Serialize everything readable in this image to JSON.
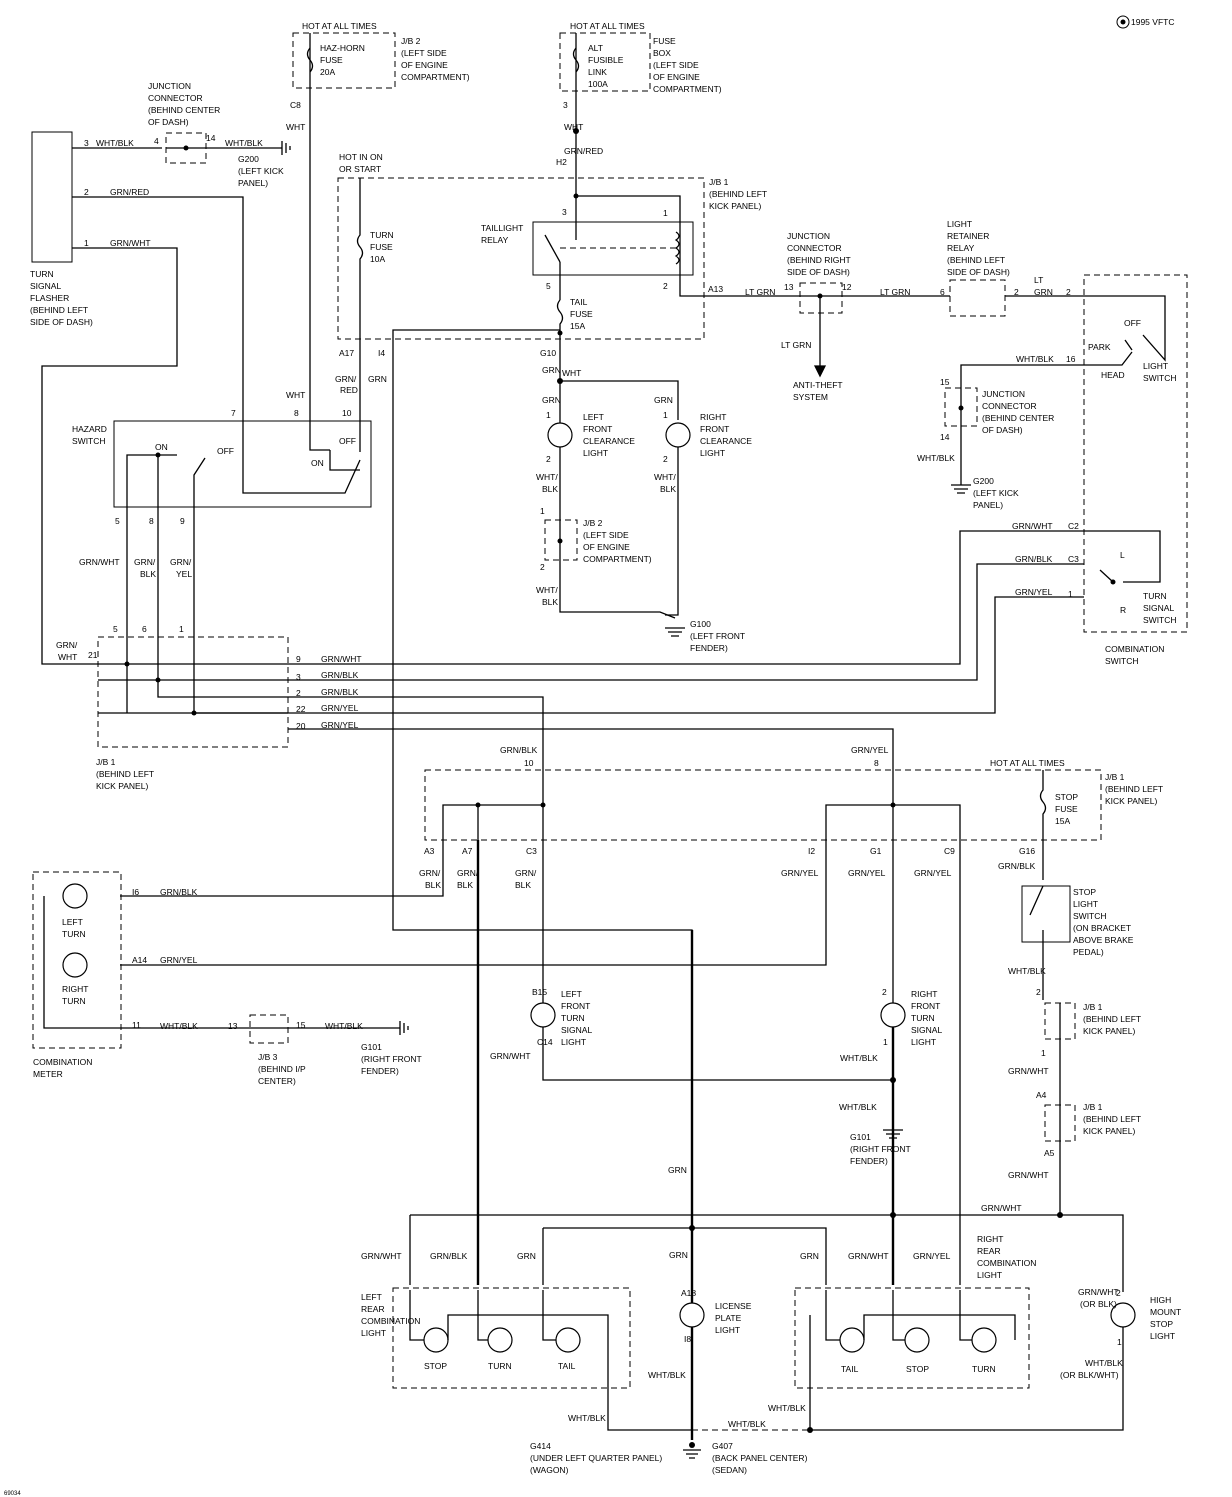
{
  "diagram_id": "1995 VFTC",
  "figure_number": "69034",
  "labels": [
    {
      "id": "hot-jb2",
      "lines": [
        "HOT AT ALL TIMES"
      ]
    },
    {
      "id": "jb2-top",
      "lines": [
        "J/B 2",
        "(LEFT SIDE",
        "OF ENGINE",
        "COMPARTMENT)"
      ]
    },
    {
      "id": "haz-horn-fuse",
      "lines": [
        "HAZ-HORN",
        "FUSE",
        "20A"
      ]
    },
    {
      "id": "hot-fusebox",
      "lines": [
        "HOT AT ALL TIMES"
      ]
    },
    {
      "id": "alt-link",
      "lines": [
        "ALT",
        "FUSIBLE",
        "LINK",
        "100A"
      ]
    },
    {
      "id": "fuse-box",
      "lines": [
        "FUSE",
        "BOX",
        "(LEFT SIDE",
        "OF ENGINE",
        "COMPARTMENT)"
      ]
    },
    {
      "id": "jc-top",
      "lines": [
        "JUNCTION",
        "CONNECTOR",
        "(BEHIND CENTER",
        "OF DASH)"
      ]
    },
    {
      "id": "g200-left",
      "lines": [
        "G200",
        "(LEFT KICK",
        "PANEL)"
      ]
    },
    {
      "id": "flasher",
      "lines": [
        "TURN",
        "SIGNAL",
        "FLASHER",
        "(BEHIND LEFT",
        "SIDE OF DASH)"
      ]
    },
    {
      "id": "hot-on-start",
      "lines": [
        "HOT IN ON",
        "OR START"
      ]
    },
    {
      "id": "turn-fuse",
      "lines": [
        "TURN",
        "FUSE",
        "10A"
      ]
    },
    {
      "id": "jb1-top",
      "lines": [
        "J/B 1",
        "(BEHIND LEFT",
        "KICK PANEL)"
      ]
    },
    {
      "id": "taillight-relay",
      "lines": [
        "TAILLIGHT",
        "RELAY"
      ]
    },
    {
      "id": "tail-fuse",
      "lines": [
        "TAIL",
        "FUSE",
        "15A"
      ]
    },
    {
      "id": "jc-right",
      "lines": [
        "JUNCTION",
        "CONNECTOR",
        "(BEHIND RIGHT",
        "SIDE OF DASH)"
      ]
    },
    {
      "id": "anti-theft",
      "lines": [
        "ANTI-THEFT",
        "SYSTEM"
      ]
    },
    {
      "id": "light-retainer",
      "lines": [
        "LIGHT",
        "RETAINER",
        "RELAY",
        "(BEHIND LEFT",
        "SIDE OF DASH)"
      ]
    },
    {
      "id": "off",
      "lines": [
        "OFF"
      ]
    },
    {
      "id": "park",
      "lines": [
        "PARK"
      ]
    },
    {
      "id": "head",
      "lines": [
        "HEAD"
      ]
    },
    {
      "id": "light-switch",
      "lines": [
        "LIGHT",
        "SWITCH"
      ]
    },
    {
      "id": "jc-mid",
      "lines": [
        "JUNCTION",
        "CONNECTOR",
        "(BEHIND CENTER",
        "OF DASH)"
      ]
    },
    {
      "id": "g200-right",
      "lines": [
        "G200",
        "(LEFT KICK",
        "PANEL)"
      ]
    },
    {
      "id": "hazard-switch",
      "lines": [
        "HAZARD",
        "SWITCH"
      ]
    },
    {
      "id": "hz-on1",
      "lines": [
        "ON"
      ]
    },
    {
      "id": "hz-off1",
      "lines": [
        "OFF"
      ]
    },
    {
      "id": "hz-on2",
      "lines": [
        "ON"
      ]
    },
    {
      "id": "hz-off2",
      "lines": [
        "OFF"
      ]
    },
    {
      "id": "lf-clear",
      "lines": [
        "LEFT",
        "FRONT",
        "CLEARANCE",
        "LIGHT"
      ]
    },
    {
      "id": "rf-clear",
      "lines": [
        "RIGHT",
        "FRONT",
        "CLEARANCE",
        "LIGHT"
      ]
    },
    {
      "id": "jb2-mid",
      "lines": [
        "J/B 2",
        "(LEFT SIDE",
        "OF ENGINE",
        "COMPARTMENT)"
      ]
    },
    {
      "id": "g100",
      "lines": [
        "G100",
        "(LEFT FRONT",
        "FENDER)"
      ]
    },
    {
      "id": "turn-l",
      "lines": [
        "L"
      ]
    },
    {
      "id": "turn-r",
      "lines": [
        "R"
      ]
    },
    {
      "id": "turn-signal-switch",
      "lines": [
        "TURN",
        "SIGNAL",
        "SWITCH"
      ]
    },
    {
      "id": "combination-switch",
      "lines": [
        "COMBINATION",
        "SWITCH"
      ]
    },
    {
      "id": "jb1-left",
      "lines": [
        "J/B 1",
        "(BEHIND LEFT",
        "KICK PANEL)"
      ]
    },
    {
      "id": "hot-stop",
      "lines": [
        "HOT AT ALL TIMES"
      ]
    },
    {
      "id": "jb1-mid",
      "lines": [
        "J/B 1",
        "(BEHIND LEFT",
        "KICK PANEL)"
      ]
    },
    {
      "id": "stop-fuse",
      "lines": [
        "STOP",
        "FUSE",
        "15A"
      ]
    },
    {
      "id": "left-turn-ind",
      "lines": [
        "LEFT",
        "TURN"
      ]
    },
    {
      "id": "right-turn-ind",
      "lines": [
        "RIGHT",
        "TURN"
      ]
    },
    {
      "id": "combination-meter",
      "lines": [
        "COMBINATION",
        "METER"
      ]
    },
    {
      "id": "jb3",
      "lines": [
        "J/B 3",
        "(BEHIND I/P",
        "CENTER)"
      ]
    },
    {
      "id": "g101-a",
      "lines": [
        "G101",
        "(RIGHT FRONT",
        "FENDER)"
      ]
    },
    {
      "id": "stop-light-switch",
      "lines": [
        "STOP",
        "LIGHT",
        "SWITCH",
        "(ON BRACKET",
        "ABOVE BRAKE",
        "PEDAL)"
      ]
    },
    {
      "id": "lf-turn",
      "lines": [
        "LEFT",
        "FRONT",
        "TURN",
        "SIGNAL",
        "LIGHT"
      ]
    },
    {
      "id": "rf-turn",
      "lines": [
        "RIGHT",
        "FRONT",
        "TURN",
        "SIGNAL",
        "LIGHT"
      ]
    },
    {
      "id": "jb1-a4",
      "lines": [
        "J/B 1",
        "(BEHIND LEFT",
        "KICK PANEL)"
      ]
    },
    {
      "id": "jb1-a18",
      "lines": [
        "J/B 1",
        "(BEHIND LEFT",
        "KICK PANEL)"
      ]
    },
    {
      "id": "g101-b",
      "lines": [
        "G101",
        "(RIGHT FRONT",
        "FENDER)"
      ]
    },
    {
      "id": "left-rear",
      "lines": [
        "LEFT",
        "REAR",
        "COMBINATION",
        "LIGHT"
      ]
    },
    {
      "id": "right-rear",
      "lines": [
        "RIGHT",
        "REAR",
        "COMBINATION",
        "LIGHT"
      ]
    },
    {
      "id": "license",
      "lines": [
        "LICENSE",
        "PLATE",
        "LIGHT"
      ]
    },
    {
      "id": "high-mount",
      "lines": [
        "HIGH",
        "MOUNT",
        "STOP",
        "LIGHT"
      ]
    },
    {
      "id": "lr-stop",
      "lines": [
        "STOP"
      ]
    },
    {
      "id": "lr-turn",
      "lines": [
        "TURN"
      ]
    },
    {
      "id": "lr-tail",
      "lines": [
        "TAIL"
      ]
    },
    {
      "id": "rr-tail",
      "lines": [
        "TAIL"
      ]
    },
    {
      "id": "rr-stop",
      "lines": [
        "STOP"
      ]
    },
    {
      "id": "rr-turn",
      "lines": [
        "TURN"
      ]
    },
    {
      "id": "g414",
      "lines": [
        "G414",
        "(UNDER LEFT QUARTER PANEL)",
        "(WAGON)"
      ]
    },
    {
      "id": "g407",
      "lines": [
        "G407",
        "(BACK PANEL CENTER)",
        "(SEDAN)"
      ]
    }
  ],
  "wire_colors": [
    {
      "id": "c1",
      "text": "WHT/BLK"
    },
    {
      "id": "c2",
      "text": "GRN/RED"
    },
    {
      "id": "c3",
      "text": "GRN/WHT"
    },
    {
      "id": "c4",
      "text": "WHT/BLK"
    },
    {
      "id": "c5",
      "text": "WHT"
    },
    {
      "id": "c6",
      "text": "WHT"
    },
    {
      "id": "c7",
      "text": "WHT"
    },
    {
      "id": "c8",
      "text": "GRN/RED"
    },
    {
      "id": "c9",
      "text": "WHT"
    },
    {
      "id": "c10",
      "text": "GRN/"
    },
    {
      "id": "c11",
      "text": "RED"
    },
    {
      "id": "c12",
      "text": "GRN"
    },
    {
      "id": "c13",
      "text": "GRN"
    },
    {
      "id": "c14",
      "text": "GRN"
    },
    {
      "id": "c15",
      "text": "GRN"
    },
    {
      "id": "c16",
      "text": "WHT/"
    },
    {
      "id": "c17",
      "text": "BLK"
    },
    {
      "id": "c18",
      "text": "WHT/"
    },
    {
      "id": "c19",
      "text": "BLK"
    },
    {
      "id": "c20",
      "text": "WHT/"
    },
    {
      "id": "c21",
      "text": "BLK"
    },
    {
      "id": "c22",
      "text": "LT GRN"
    },
    {
      "id": "c23",
      "text": "LT GRN"
    },
    {
      "id": "c24",
      "text": "LT GRN"
    },
    {
      "id": "c25",
      "text": "LT"
    },
    {
      "id": "c26",
      "text": "GRN"
    },
    {
      "id": "c27",
      "text": "WHT/BLK"
    },
    {
      "id": "c28",
      "text": "WHT/BLK"
    },
    {
      "id": "c29",
      "text": "GRN/WHT"
    },
    {
      "id": "c30",
      "text": "GRN/BLK"
    },
    {
      "id": "c31",
      "text": "GRN/YEL"
    },
    {
      "id": "c32",
      "text": "GRN/WHT"
    },
    {
      "id": "c33",
      "text": "GRN/"
    },
    {
      "id": "c34",
      "text": "BLK"
    },
    {
      "id": "c35",
      "text": "GRN/"
    },
    {
      "id": "c36",
      "text": "YEL"
    },
    {
      "id": "c37",
      "text": "GRN/"
    },
    {
      "id": "c38",
      "text": "WHT"
    },
    {
      "id": "c39",
      "text": "GRN/WHT"
    },
    {
      "id": "c40",
      "text": "GRN/BLK"
    },
    {
      "id": "c41",
      "text": "GRN/BLK"
    },
    {
      "id": "c42",
      "text": "GRN/YEL"
    },
    {
      "id": "c43",
      "text": "GRN/YEL"
    },
    {
      "id": "c44",
      "text": "GRN/BLK"
    },
    {
      "id": "c45",
      "text": "GRN/YEL"
    },
    {
      "id": "c46",
      "text": "GRN/"
    },
    {
      "id": "c47",
      "text": "BLK"
    },
    {
      "id": "c48",
      "text": "GRN/"
    },
    {
      "id": "c49",
      "text": "BLK"
    },
    {
      "id": "c50",
      "text": "GRN/"
    },
    {
      "id": "c51",
      "text": "BLK"
    },
    {
      "id": "c52",
      "text": "GRN/YEL"
    },
    {
      "id": "c53",
      "text": "GRN/YEL"
    },
    {
      "id": "c54",
      "text": "GRN/YEL"
    },
    {
      "id": "c55",
      "text": "GRN/BLK"
    },
    {
      "id": "c56",
      "text": "GRN/BLK"
    },
    {
      "id": "c57",
      "text": "GRN/YEL"
    },
    {
      "id": "c58",
      "text": "WHT/BLK"
    },
    {
      "id": "c59",
      "text": "WHT/BLK"
    },
    {
      "id": "c60",
      "text": "GRN/WHT"
    },
    {
      "id": "c61",
      "text": "WHT/BLK"
    },
    {
      "id": "c62",
      "text": "WHT/BLK"
    },
    {
      "id": "c63",
      "text": "GRN/WHT"
    },
    {
      "id": "c64",
      "text": "WHT/BLK"
    },
    {
      "id": "c65",
      "text": "GRN/WHT"
    },
    {
      "id": "c66",
      "text": "GRN"
    },
    {
      "id": "c67",
      "text": "GRN/WHT"
    },
    {
      "id": "c68",
      "text": "GRN/WHT"
    },
    {
      "id": "c69",
      "text": "GRN/BLK"
    },
    {
      "id": "c70",
      "text": "GRN"
    },
    {
      "id": "c71",
      "text": "GRN"
    },
    {
      "id": "c72",
      "text": "GRN"
    },
    {
      "id": "c73",
      "text": "GRN/WHT"
    },
    {
      "id": "c74",
      "text": "GRN/YEL"
    },
    {
      "id": "c75",
      "text": "GRN/WHT"
    },
    {
      "id": "c76",
      "text": "(OR BLK)"
    },
    {
      "id": "c77",
      "text": "WHT/BLK"
    },
    {
      "id": "c78",
      "text": "WHT/BLK"
    },
    {
      "id": "c79",
      "text": "WHT/BLK"
    },
    {
      "id": "c80",
      "text": "WHT/BLK"
    },
    {
      "id": "c81",
      "text": "WHT/BLK"
    },
    {
      "id": "c82",
      "text": "(OR BLK/WHT)"
    }
  ],
  "pins": [
    "3",
    "4",
    "14",
    "C8",
    "2",
    "1",
    "3",
    "H2",
    "3",
    "1",
    "5",
    "2",
    "A13",
    "13",
    "12",
    "6",
    "2",
    "2",
    "A17",
    "I4",
    "G10",
    "16",
    "15",
    "14",
    "7",
    "8",
    "10",
    "1",
    "2",
    "1",
    "2",
    "1",
    "2",
    "C2",
    "C3",
    "1",
    "5",
    "8",
    "9",
    "5",
    "6",
    "1",
    "21",
    "9",
    "3",
    "2",
    "22",
    "20",
    "10",
    "8",
    "A3",
    "A7",
    "C3",
    "I2",
    "G1",
    "C9",
    "G16",
    "I6",
    "A14",
    "11",
    "13",
    "15",
    "B15",
    "C14",
    "2",
    "1",
    "2",
    "1",
    "A4",
    "A5",
    "A18",
    "I8",
    "2",
    "1",
    "1",
    "2"
  ]
}
